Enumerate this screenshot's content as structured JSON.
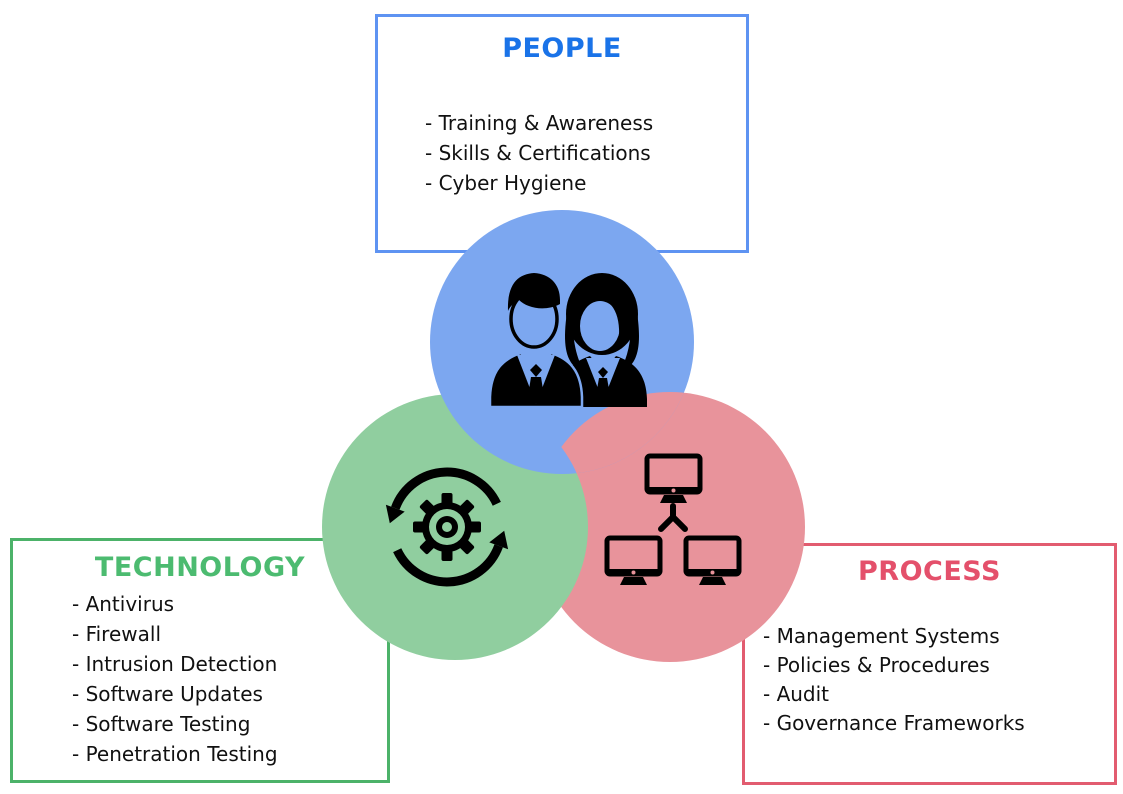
{
  "page": {
    "background": "#ffffff"
  },
  "diagram": {
    "type": "venn-3",
    "bullet": "-",
    "text_color": "#111111",
    "icon_color": "#000000",
    "sections": [
      {
        "id": "people",
        "title": "PEOPLE",
        "title_color": "#1a73e8",
        "border_color": "#5e93f2",
        "circle_color": "#7ca7f0",
        "icon": "people-icon",
        "items": [
          "Training & Awareness",
          "Skills & Certifications",
          "Cyber Hygiene"
        ]
      },
      {
        "id": "technology",
        "title": "TECHNOLOGY",
        "title_color": "#4cbb70",
        "border_color": "#4cb269",
        "circle_color": "#90ce9f",
        "icon": "sync-gear-icon",
        "items": [
          "Antivirus",
          "Firewall",
          "Intrusion Detection",
          "Software Updates",
          "Software Testing",
          "Penetration Testing"
        ]
      },
      {
        "id": "process",
        "title": "PROCESS",
        "title_color": "#e4506b",
        "border_color": "#e25c70",
        "circle_color": "#e8939b",
        "icon": "network-icon",
        "items": [
          "Management Systems",
          "Policies & Procedures",
          "Audit",
          "Governance Frameworks"
        ]
      }
    ]
  }
}
